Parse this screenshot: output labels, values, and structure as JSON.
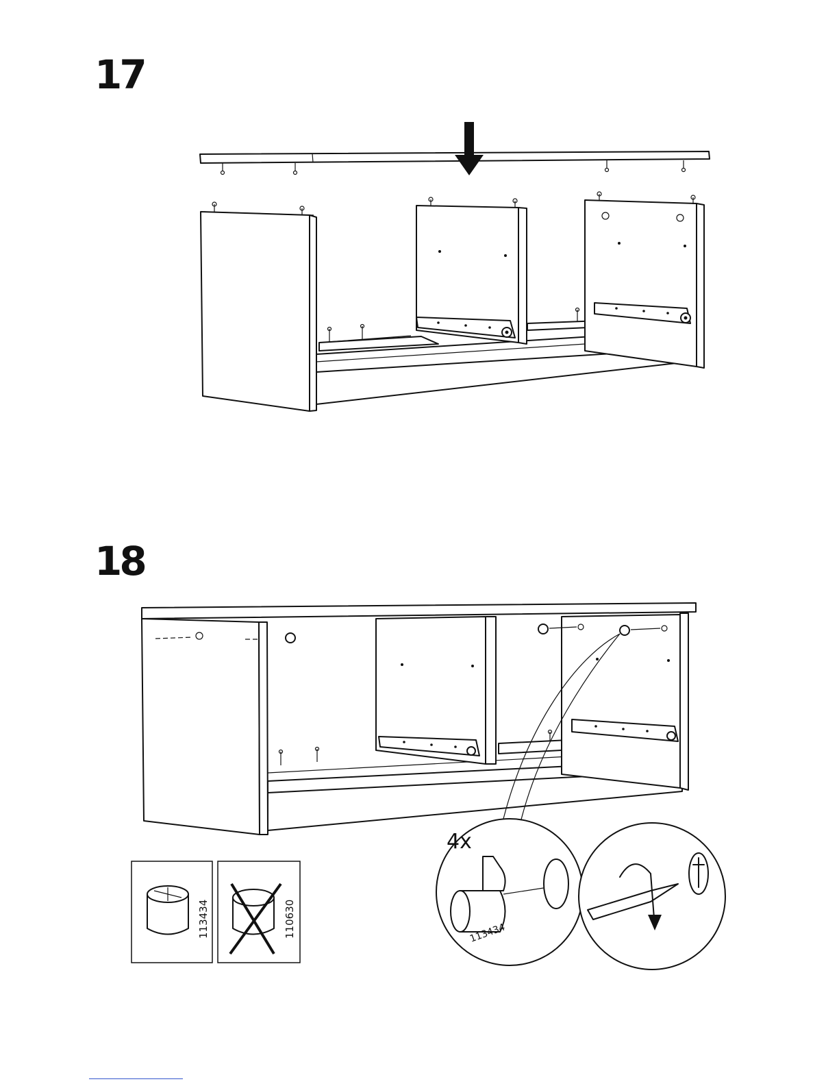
{
  "steps": {
    "step17": {
      "number": "17"
    },
    "step18": {
      "number": "18",
      "quantity": "4x",
      "cam_lock_part": "113434",
      "correct_part": "113434",
      "wrong_part": "110630"
    }
  }
}
